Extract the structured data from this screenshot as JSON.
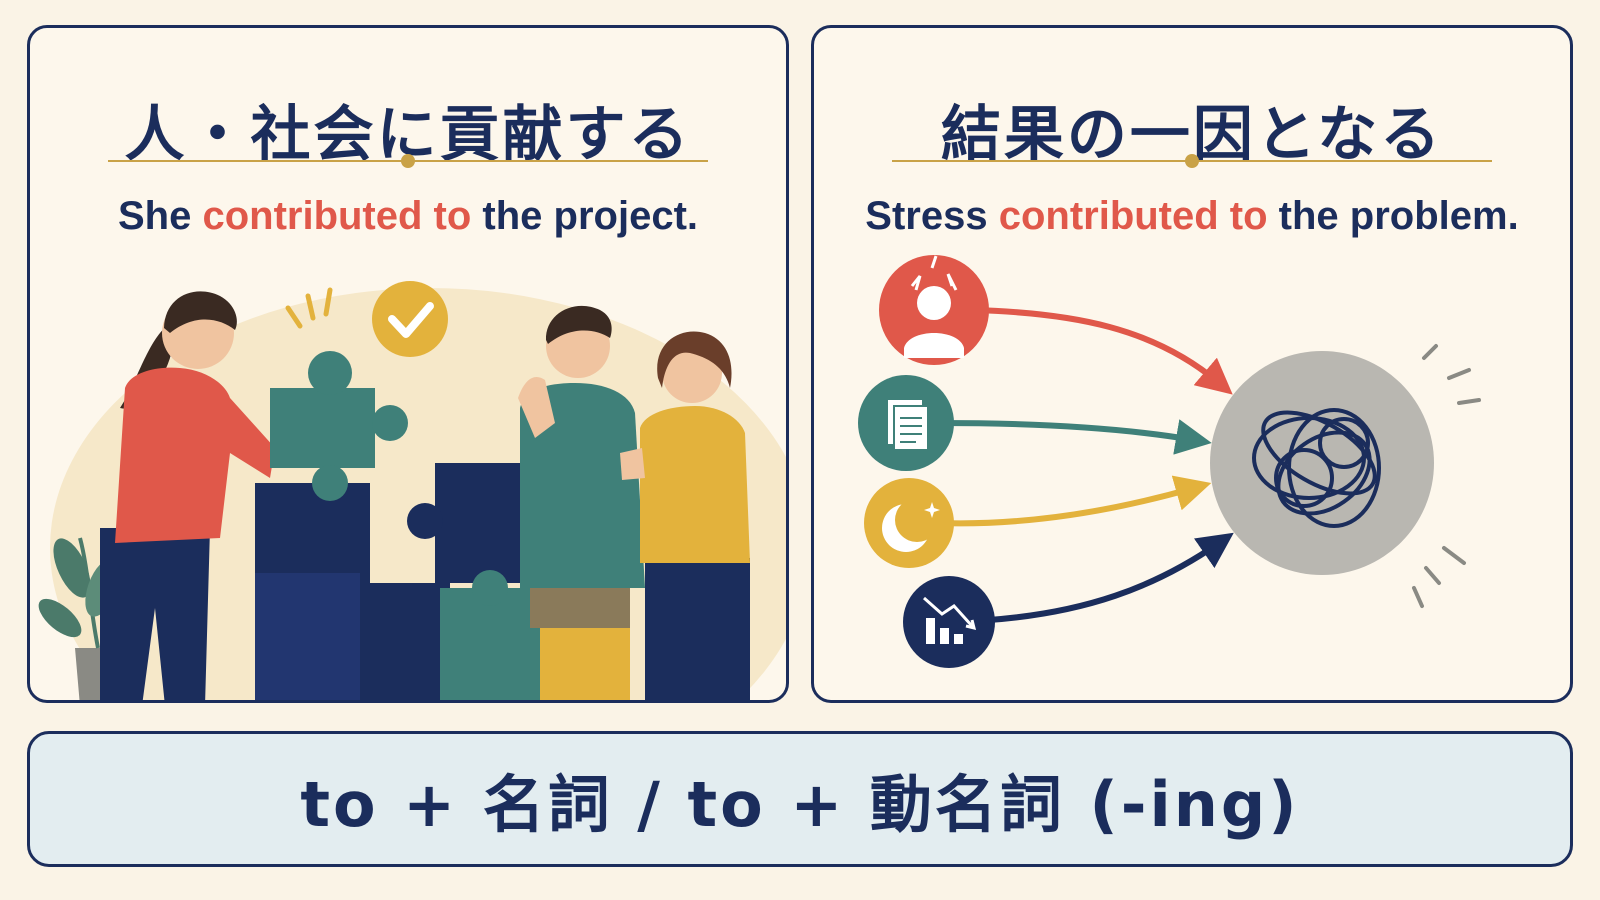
{
  "left_panel": {
    "title": "人・社会に貢献する",
    "sentence_pre": "She ",
    "sentence_highlight": "contributed to",
    "sentence_post": " the project."
  },
  "right_panel": {
    "title": "結果の一因となる",
    "sentence_pre": "Stress ",
    "sentence_highlight": "contributed to",
    "sentence_post": " the problem."
  },
  "bottom": {
    "text": "to + 名詞 / to + 動名詞 (-ing)"
  },
  "icons": {
    "left": [
      "person-woman-icon",
      "puzzle-piece-icon",
      "checkmark-icon",
      "person-man-icon",
      "person-woman-thumbs-up-icon",
      "plant-icon"
    ],
    "right": [
      "stressed-person-icon",
      "documents-icon",
      "moon-icon",
      "declining-chart-icon",
      "tangled-problem-icon"
    ]
  },
  "colors": {
    "navy": "#1b2d5c",
    "highlight": "#e0584a",
    "gold": "#c9a247",
    "teal": "#3f8079",
    "yellow": "#e3b23c",
    "background": "#faf3e6"
  }
}
